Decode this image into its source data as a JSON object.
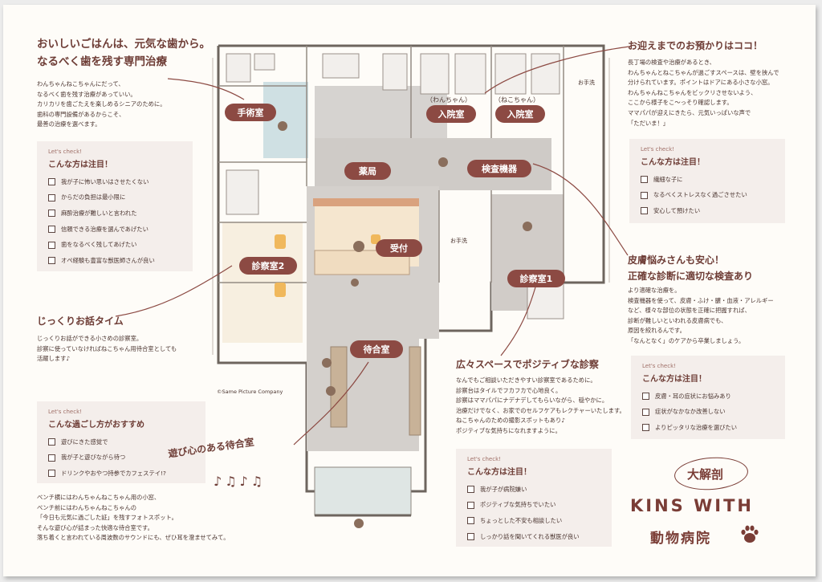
{
  "labels": {
    "lets_check": "Let's check!"
  },
  "rooms": {
    "surgery": "手術室",
    "ward_dog_sub": "（わんちゃん）",
    "ward_dog": "入院室",
    "ward_cat_sub": "（ねこちゃん）",
    "ward_cat": "入院室",
    "restroom": "お手洗",
    "pharmacy": "薬局",
    "lab": "検査機器",
    "reception": "受付",
    "consult2": "診察室2",
    "consult1": "診察室1",
    "waiting": "待合室"
  },
  "credit": "©Same Picture Company",
  "surgery": {
    "headline1": "おいしいごはんは、元気な歯から。",
    "headline2": "なるべく歯を残す専門治療",
    "body": [
      "わんちゃんねこちゃんにだって、",
      "なるべく歯を残す治療があっていい。",
      "カリカリを歯ごたえを楽しめるシニアのために。",
      "歯科の専門設備があるからこそ、",
      "最善の治療を選べます。"
    ],
    "check_title": "こんな方は注目！",
    "checks": [
      "我が子に怖い思いはさせたくない",
      "からだの負担は最小限に",
      "麻酔治療が難しいと言われた",
      "信頼できる治療を選んであげたい",
      "歯をなるべく残してあげたい",
      "オペ経験も豊富な獣医師さんが良い"
    ]
  },
  "consult2": {
    "headline": "じっくりお話タイム",
    "body": [
      "じっくりお話ができる小さめの診察室。",
      "診察に使っていなければねこちゃん用待合室としても",
      "活躍します♪"
    ]
  },
  "waiting": {
    "check_title": "こんな過ごし方がおすすめ",
    "checks": [
      "遊びにきた感覚で",
      "我が子と遊びながら待つ",
      "ドリンクやおやつ持参でカフェステイ!?"
    ],
    "headline": "遊び心のある待合室",
    "body": [
      "ベンチ横にはわんちゃんねこちゃん用の小窓、",
      "ベンチ前にはわんちゃんねこちゃんの",
      "「今日も元気に過ごした証」を残すフォトスポット。",
      "そんな遊び心が詰まった快適な待合室です。",
      "落ち着くと言われている周波数のサウンドにも、ぜひ耳を澄ませてみて。"
    ]
  },
  "ward": {
    "headline": "お迎えまでのお預かりはココ！",
    "body": [
      "長丁場の検査や治療があるとき、",
      "わんちゃんとねこちゃんが過ごすスペースは、壁を挟んで",
      "分けられています。ポイントはドアにある小さな小窓。",
      "わんちゃんねこちゃんをビックリさせないよう、",
      "ここから様子をこ〜っそり確認します。",
      "ママパパが迎えにきたら、元気いっぱいな声で",
      "「ただいま！」"
    ],
    "check_title": "こんな方は注目！",
    "checks": [
      "繊細な子に",
      "なるべくストレスなく過ごさせたい",
      "安心して預けたい"
    ]
  },
  "skin": {
    "headline1": "皮膚悩みさんも安心！",
    "headline2": "正確な診断に適切な検査あり",
    "body": [
      "より適確な治療を。",
      "検査機器を使って、皮膚・ふけ・膿・血液・アレルギー",
      "など、様々な部位の状態を正確に把握すれば、",
      "診断が難しいといわれる皮膚病でも、",
      "原因を絞れるんです。",
      "「なんとなく」のケアから卒業しましょう。"
    ],
    "check_title": "こんな方は注目！",
    "checks": [
      "皮膚・耳の症状にお悩みあり",
      "症状がなかなか改善しない",
      "よりピッタリな治療を選びたい"
    ]
  },
  "consult": {
    "headline": "広々スペースでポジティブな診察",
    "body": [
      "なんでもご相談いただきやすい診察室であるために。",
      "診察台はタイルでフカフカで心地良く。",
      "診察はママパパにナデナデしてもらいながら、穏やかに。",
      "治療だけでなく、お家でのセルフケアもレクチャーいたします。",
      "ねこちゃんのための撮影スポットもあり♪",
      "ポジティブな気持ちになれますように。"
    ],
    "check_title": "こんな方は注目！",
    "checks": [
      "我が子が病院嫌い",
      "ポジティブな気持ちでいたい",
      "ちょっとした不安も相談したい",
      "しっかり話を聞いてくれる獣医が良い"
    ]
  },
  "logo": {
    "tagline": "大解剖",
    "name": "KINS WITH",
    "japanese": "動物病院"
  },
  "colors": {
    "accent": "#8c4a43",
    "text": "#4b3530",
    "box_bg": "#f4eeeb"
  }
}
